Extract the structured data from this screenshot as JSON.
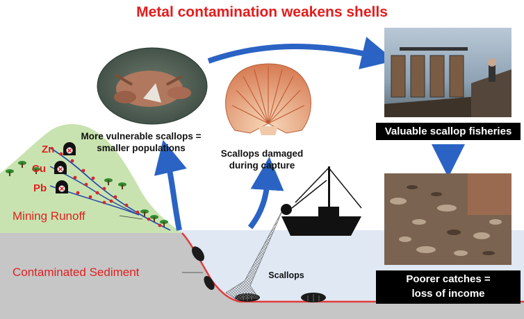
{
  "title": "Metal contamination weakens shells",
  "labels": {
    "vulnerable": "More vulnerable scallops = smaller populations",
    "damaged": "Scallops damaged during capture",
    "scallops": "Scallops",
    "mining_runoff": "Mining Runoff",
    "contaminated_sediment": "Contaminated Sediment"
  },
  "boxes": {
    "fisheries": "Valuable scallop fisheries",
    "poorer_1": "Poorer catches =",
    "poorer_2": "loss of income"
  },
  "metals": [
    "Zn",
    "Cu",
    "Pb"
  ],
  "colors": {
    "title": "#e31b1b",
    "arrow": "#2a63c4",
    "hill": "#c8e3b0",
    "sediment": "#c6c6c6",
    "water": "#dfe8f3",
    "contamination_line": "#e33b3b",
    "runoff_stream": "#2b4aa8"
  },
  "icons": [
    "mine-icon",
    "tree-icon",
    "fishing-boat-icon",
    "scallop-shell-icon",
    "dredge-net-icon"
  ]
}
